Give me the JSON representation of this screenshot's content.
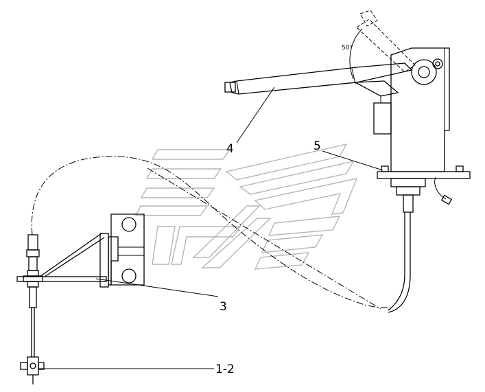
{
  "labels": {
    "callout_1_2": "1-2",
    "callout_3": "3",
    "callout_4": "4",
    "callout_5": "5",
    "angle": "50°"
  }
}
